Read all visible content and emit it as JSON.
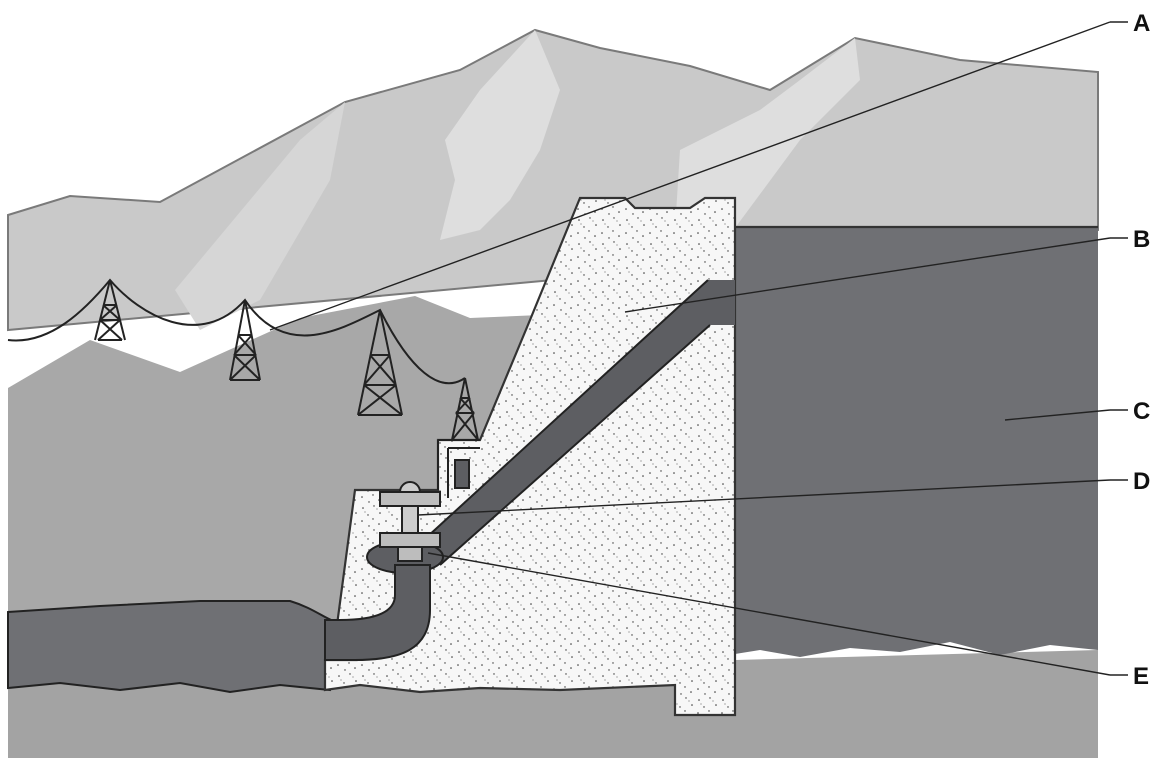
{
  "diagram": {
    "labels": {
      "a": "A",
      "b": "B",
      "c": "C",
      "d": "D",
      "e": "E"
    }
  },
  "colors": {
    "sky": "#ffffff",
    "far_mountain": "#c9c9c9",
    "far_mountain_light": "#dedede",
    "near_hill": "#a8a8a8",
    "ground": "#a3a3a3",
    "reservoir": "#6f7074",
    "river": "#6f7074",
    "penstock": "#5d5e62",
    "concrete": "#f7f7f7",
    "outline": "#333333"
  }
}
